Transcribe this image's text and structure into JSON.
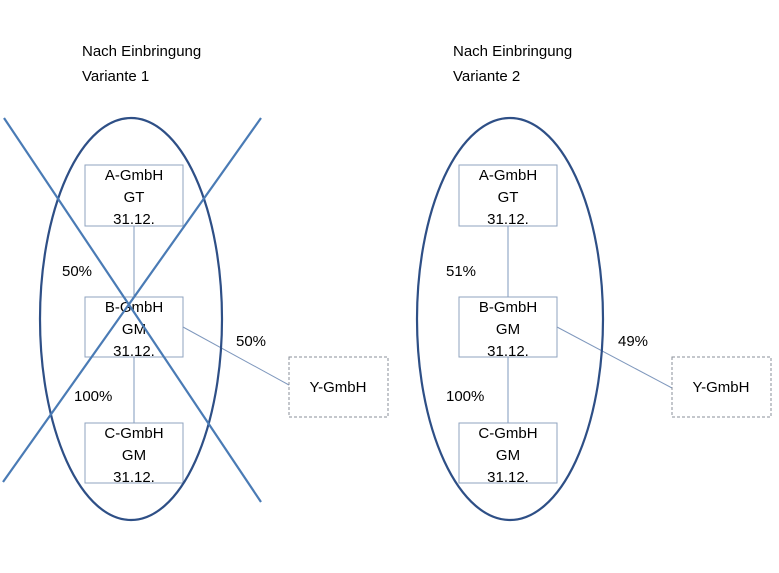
{
  "variant1": {
    "title_line1": "Nach Einbringung",
    "title_line2": "Variante 1",
    "crossed_out": true,
    "a": {
      "name": "A-GmbH",
      "type": "GT",
      "date": "31.12."
    },
    "b": {
      "name": "B-GmbH",
      "type": "GM",
      "date": "31.12."
    },
    "c": {
      "name": "C-GmbH",
      "type": "GM",
      "date": "31.12."
    },
    "y": {
      "name": "Y-GmbH"
    },
    "a_to_b": "50%",
    "y_to_b": "50%",
    "b_to_c": "100%"
  },
  "variant2": {
    "title_line1": "Nach Einbringung",
    "title_line2": "Variante 2",
    "a": {
      "name": "A-GmbH",
      "type": "GT",
      "date": "31.12."
    },
    "b": {
      "name": "B-GmbH",
      "type": "GM",
      "date": "31.12."
    },
    "c": {
      "name": "C-GmbH",
      "type": "GM",
      "date": "31.12."
    },
    "y": {
      "name": "Y-GmbH"
    },
    "a_to_b": "51%",
    "y_to_b": "49%",
    "b_to_c": "100%"
  },
  "colors": {
    "ellipse": "#2e4f86",
    "cross": "#4a7bb5",
    "box_border": "#8fa3bf"
  }
}
